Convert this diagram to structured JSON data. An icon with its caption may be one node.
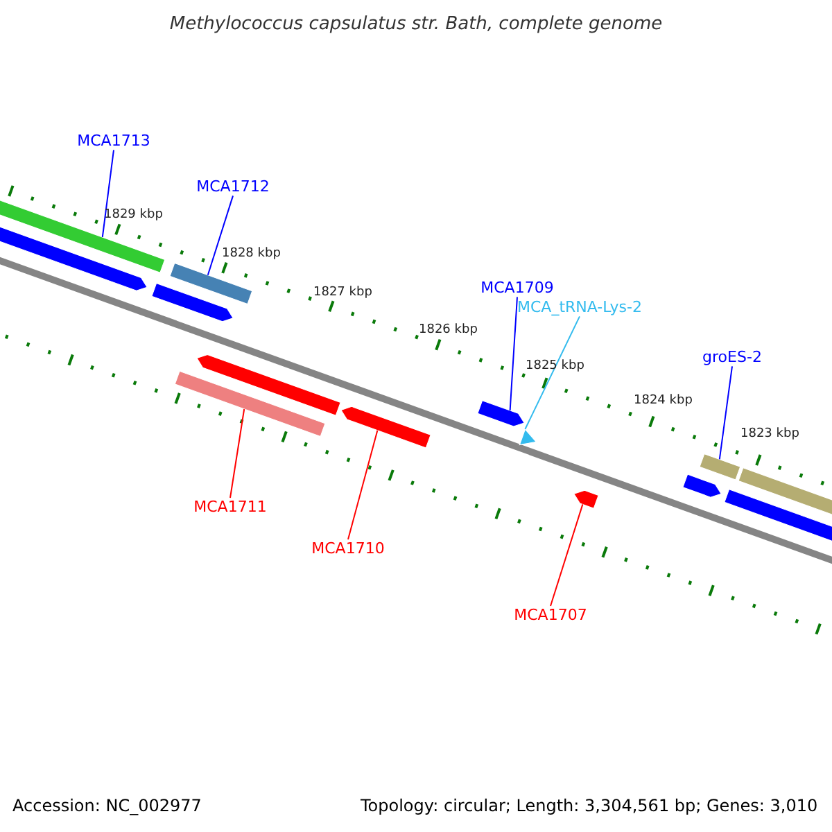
{
  "diagram": {
    "title": "Methylococcus capsulatus str. Bath, complete genome",
    "nodes": [
      {
        "text": [
          "MCA1713"
        ]
      },
      {
        "text": [],
        "shape": "bar"
      },
      {
        "text": [
          "MCA1712"
        ]
      },
      {
        "text": [],
        "shape": "bar"
      },
      {
        "text": [
          "MCA1709"
        ]
      },
      {
        "text": [],
        "shape": "bar"
      },
      {
        "text": [
          "MCA_tRNA-Lys-2"
        ]
      },
      {
        "text": [],
        "shape": "triangle"
      },
      {
        "text": [
          "groES-2"
        ]
      },
      {
        "text": [],
        "shape": "bar"
      },
      {
        "text": [
          "MCA1711"
        ]
      },
      {
        "text": [],
        "shape": "bar"
      },
      {
        "text": [
          "MCA1710"
        ]
      },
      {
        "text": [],
        "shape": "bar"
      },
      {
        "text": [
          "MCA1707"
        ]
      },
      {
        "text": [],
        "shape": "bar"
      },
      {
        "text": [],
        "shape": "bar"
      },
      {
        "text": [],
        "shape": "bar"
      },
      {
        "text": [],
        "shape": "bar"
      },
      {
        "text": [],
        "shape": "bar"
      },
      {
        "text": [],
        "shape": "bar"
      },
      {
        "text": [],
        "shape": "bar"
      }
    ],
    "edges": [
      {
        "from": 0,
        "to": 1,
        "arrow": "none"
      },
      {
        "from": 2,
        "to": 3,
        "arrow": "none"
      },
      {
        "from": 4,
        "to": 5,
        "arrow": "none"
      },
      {
        "from": 6,
        "to": 7,
        "arrow": "none",
        "color": "#33bbee"
      },
      {
        "from": 8,
        "to": 9,
        "arrow": "none"
      },
      {
        "from": 10,
        "to": 11,
        "arrow": "none",
        "color": "#ff0000"
      },
      {
        "from": 12,
        "to": 13,
        "arrow": "none",
        "color": "#ff0000"
      },
      {
        "from": 14,
        "to": 15,
        "arrow": "none",
        "color": "#ff0000"
      }
    ],
    "labels": [
      "1829 kbp",
      "1828 kbp",
      "1827 kbp",
      "1826 kbp",
      "1825 kbp",
      "1824 kbp",
      "1823 kbp",
      "Accession: NC_002977",
      "Topology: circular; Length: 3,304,561 bp; Genes: 3,010"
    ]
  }
}
